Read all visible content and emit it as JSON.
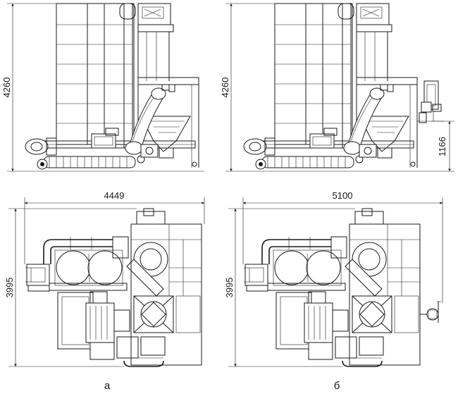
{
  "dimensions": {
    "a_side_height": "4260",
    "b_side_height": "4260",
    "b_side_ground": "1166",
    "a_top_width": "4449",
    "a_top_depth": "3995",
    "b_top_width": "5100",
    "b_top_depth": "3995"
  },
  "captions": {
    "a": "а",
    "b": "б"
  }
}
